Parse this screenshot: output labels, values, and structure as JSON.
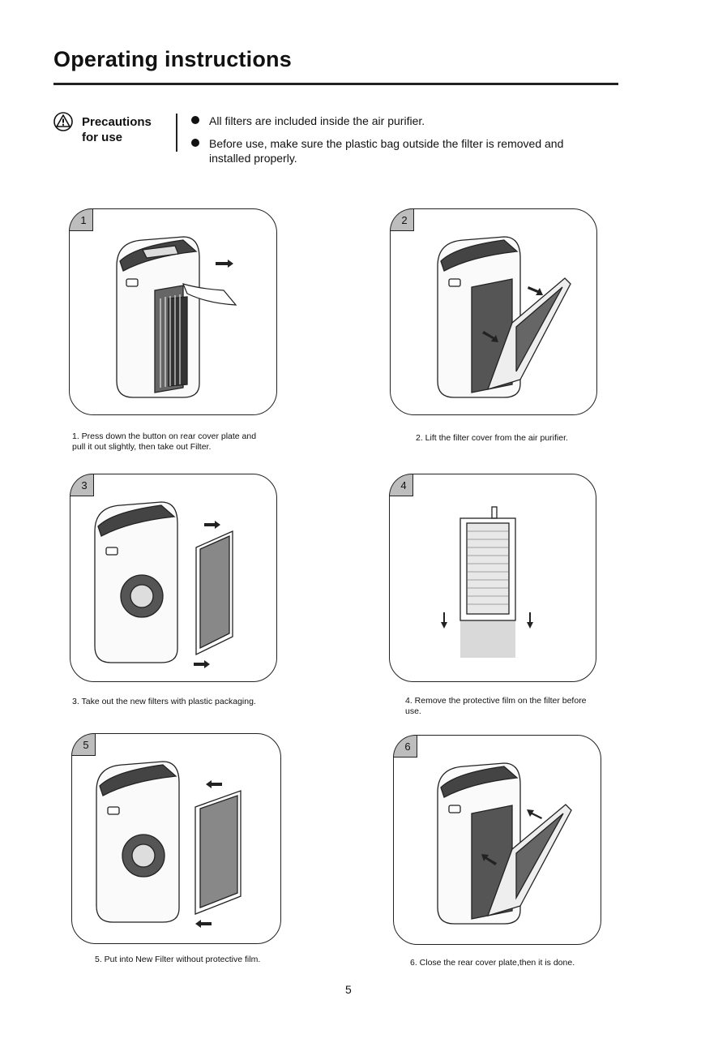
{
  "page": {
    "title": "Operating instructions",
    "page_number": "5"
  },
  "precautions": {
    "label": "Precautions for use",
    "icon": "warning-triangle-icon",
    "bullets": [
      "All filters are included inside the air purifier.",
      "Before use, make sure the plastic bag outside the filter is removed and installed properly."
    ]
  },
  "steps": [
    {
      "number": "1",
      "caption": "1. Press down the button on rear cover plate and pull it out slightly, then take out Filter."
    },
    {
      "number": "2",
      "caption": "2. Lift the filter cover from the air purifier."
    },
    {
      "number": "3",
      "caption": "3. Take out the new filters with plastic packaging."
    },
    {
      "number": "4",
      "caption": "4. Remove the protective film on the filter before use."
    },
    {
      "number": "5",
      "caption": "5. Put into New Filter without protective film."
    },
    {
      "number": "6",
      "caption": "6. Close the rear cover plate,then it is done."
    }
  ]
}
